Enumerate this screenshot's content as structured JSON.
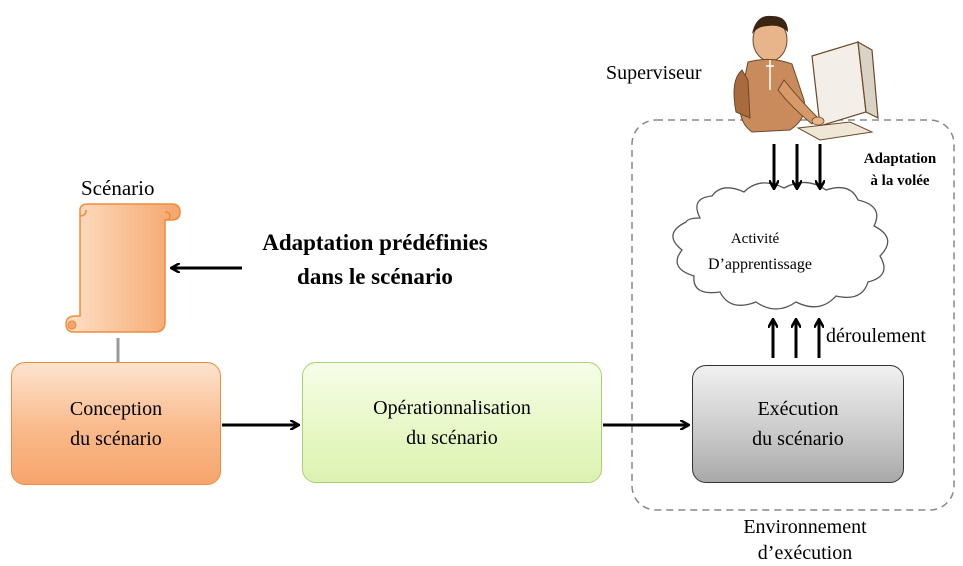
{
  "scenario": {
    "title": "Scénario"
  },
  "predefined_adaptation": {
    "line1": "Adaptation prédéfinies",
    "line2": "dans le scénario"
  },
  "supervisor": {
    "label": "Superviseur"
  },
  "on_the_fly_adaptation": {
    "line1": "Adaptation",
    "line2": "à la volée"
  },
  "learning_activity": {
    "line1": "Activité",
    "line2": "D’apprentissage"
  },
  "unfolding": {
    "label": "déroulement"
  },
  "boxes": {
    "conception": {
      "line1": "Conception",
      "line2": "du scénario"
    },
    "operationalisation": {
      "line1": "Opérationnalisation",
      "line2": "du scénario"
    },
    "execution": {
      "line1": "Exécution",
      "line2": "du scénario"
    }
  },
  "environment": {
    "line1": "Environnement",
    "line2": "d’exécution"
  },
  "colors": {
    "conception_fill": "#f9b98a",
    "conception_border": "#f08c3c",
    "operation_fill": "#e6f7c4",
    "operation_border": "#a6d36a",
    "execution_fill": "#c8c8c8",
    "scroll_fill": "#f9b98a",
    "dashed_border": "#888888"
  }
}
